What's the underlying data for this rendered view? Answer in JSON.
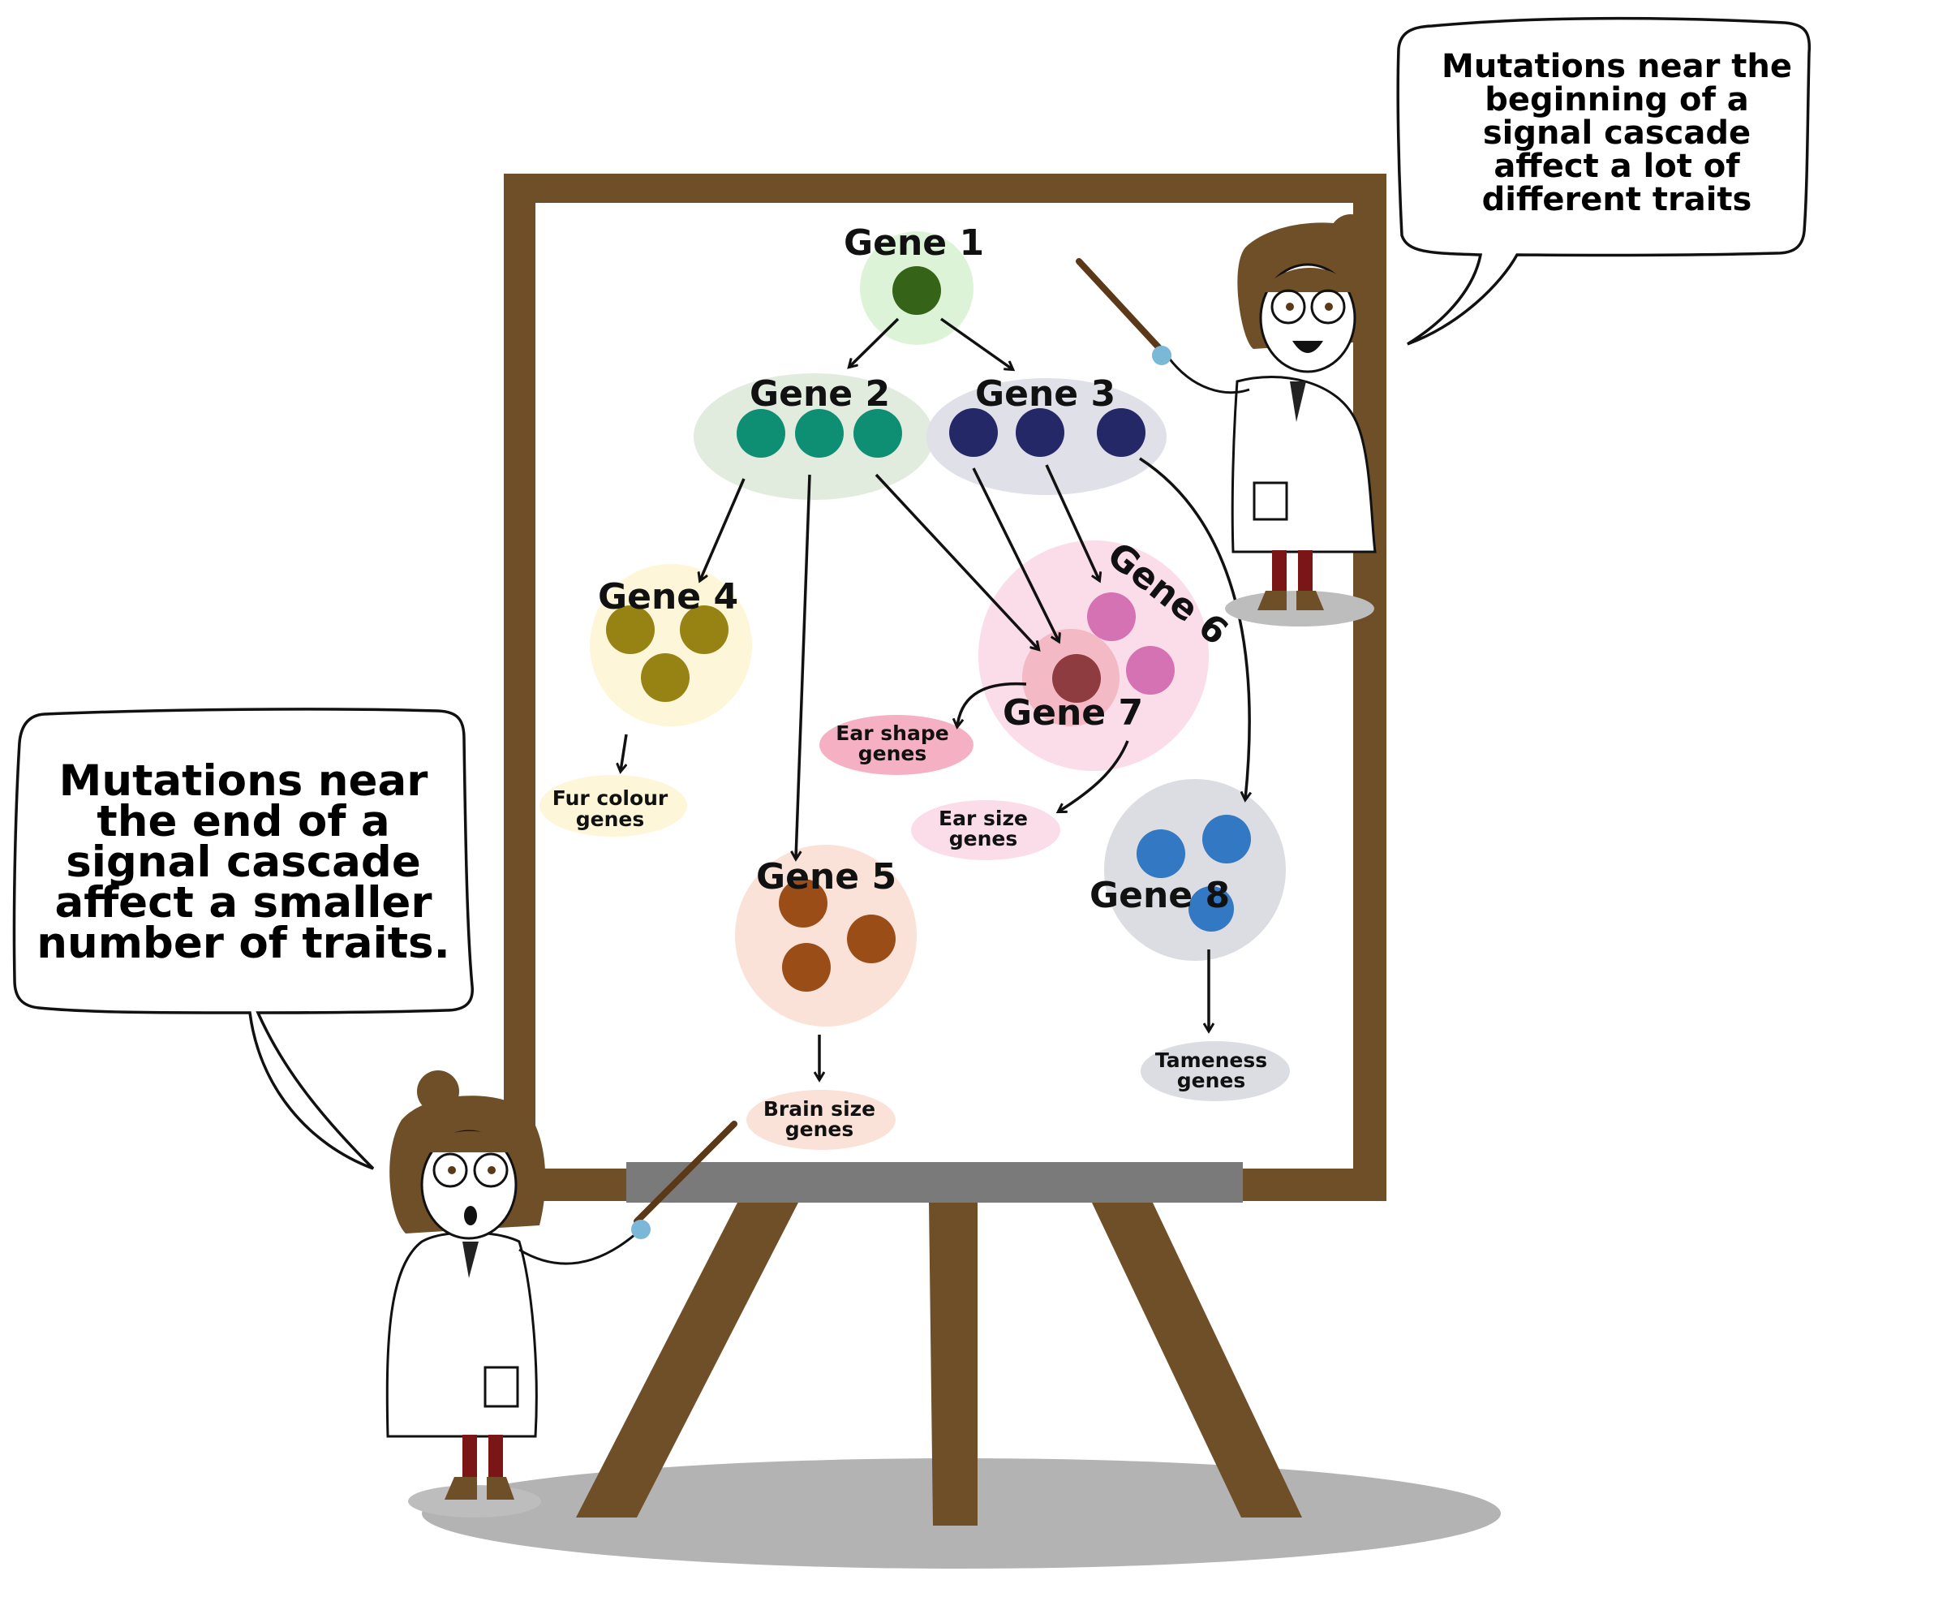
{
  "genes": {
    "gene1": "Gene 1",
    "gene2": "Gene 2",
    "gene3": "Gene 3",
    "gene4": "Gene 4",
    "gene5": "Gene 5",
    "gene6": "Gene 6",
    "gene7": "Gene 7",
    "gene8": "Gene 8"
  },
  "traits": {
    "fur_colour": [
      "Fur colour",
      "genes"
    ],
    "ear_shape": [
      "Ear shape",
      "genes"
    ],
    "ear_size": [
      "Ear size",
      "genes"
    ],
    "brain_size": [
      "Brain size",
      "genes"
    ],
    "tameness": [
      "Tameness",
      "genes"
    ]
  },
  "bubbles": {
    "right": "Mutations near the\nbeginning of a\nsignal cascade\naffect a lot of\ndifferent traits",
    "left": "Mutations near\nthe end of a\nsignal cascade\naffect a smaller\nnumber of traits."
  },
  "colors": {
    "easel": "#6e4f27",
    "tray": "#7a7a7a",
    "shadow": "#b3b3b3",
    "gene1": "#356418",
    "gene2": "#0e8f74",
    "gene3": "#242866",
    "gene4": "#978214",
    "gene5": "#9b4d17",
    "gene6": "#d572b4",
    "gene7": "#8e3c40",
    "gene8": "#3278c2"
  }
}
